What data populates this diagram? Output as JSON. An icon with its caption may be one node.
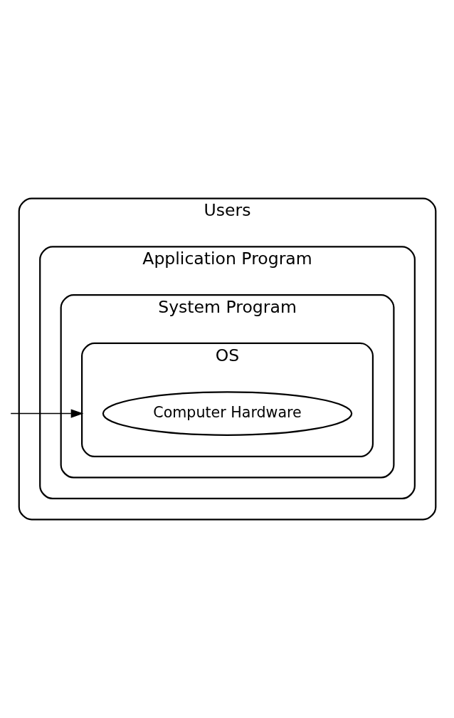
{
  "diagram": {
    "nodes": [
      {
        "text": [
          "Users"
        ]
      },
      {
        "text": [
          "Application Program"
        ],
        "in": 0
      },
      {
        "text": [
          "System Program"
        ],
        "in": 1
      },
      {
        "text": [
          "OS"
        ],
        "in": 2
      },
      {
        "text": [
          "Computer Hardware"
        ],
        "in": 3
      }
    ],
    "edges": [
      {
        "from": null,
        "to": 3,
        "arrow": "to"
      }
    ]
  }
}
